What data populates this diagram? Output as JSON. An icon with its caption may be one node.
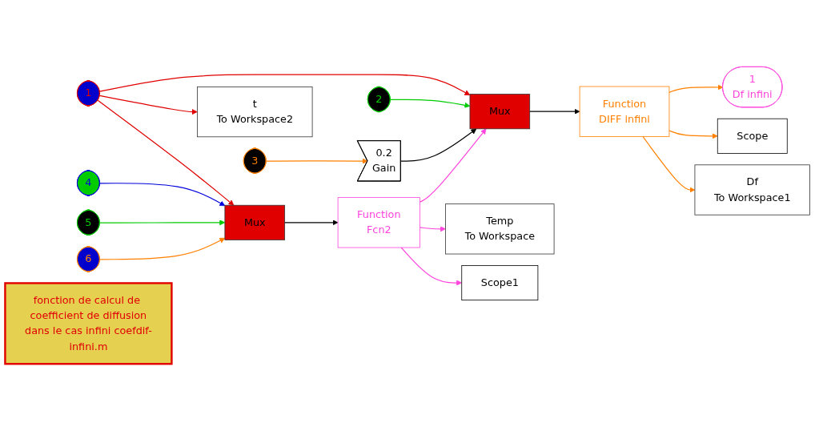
{
  "diagram": {
    "nodes": [
      {
        "text": [
          "1"
        ]
      },
      {
        "text": [
          "2"
        ]
      },
      {
        "text": [
          "3"
        ]
      },
      {
        "text": [
          "4"
        ]
      },
      {
        "text": [
          "5"
        ]
      },
      {
        "text": [
          "6"
        ]
      },
      {
        "text": [
          "t",
          "To Workspace2"
        ]
      },
      {
        "text": [
          "0.2",
          "Gain"
        ]
      },
      {
        "text": [
          "Mux"
        ]
      },
      {
        "text": [
          "Mux"
        ]
      },
      {
        "text": [
          "Function",
          "Fcn2"
        ]
      },
      {
        "text": [
          "Function",
          "DIFF infini"
        ]
      },
      {
        "text": [
          "1",
          "Df infini"
        ]
      },
      {
        "text": [
          "Scope"
        ]
      },
      {
        "text": [
          "Temp",
          "To Workspace"
        ]
      },
      {
        "text": [
          "Scope1"
        ]
      },
      {
        "text": [
          "Df",
          "To Workspace1"
        ]
      },
      {
        "text": [
          "fonction de calcul de coefficient de diffusion dans le cas infini coefdif-infini.m"
        ]
      }
    ],
    "edges": [
      {
        "from": 0,
        "to": 6,
        "arrow": "to",
        "color": "#e00000"
      },
      {
        "from": 0,
        "to": 8,
        "arrow": "to",
        "color": "#e00000"
      },
      {
        "from": 0,
        "to": 9,
        "arrow": "to",
        "color": "#e00000"
      },
      {
        "from": 1,
        "to": 8,
        "arrow": "to",
        "color": "#00cc00"
      },
      {
        "from": 2,
        "to": 7,
        "arrow": "to",
        "color": "#ff8000"
      },
      {
        "from": 7,
        "to": 8,
        "arrow": "to",
        "color": "#000000"
      },
      {
        "from": 10,
        "to": 8,
        "arrow": "to",
        "color": "#ff44dd"
      },
      {
        "from": 8,
        "to": 11,
        "arrow": "to",
        "color": "#000000"
      },
      {
        "from": 11,
        "to": 12,
        "arrow": "to",
        "color": "#ff8000"
      },
      {
        "from": 11,
        "to": 13,
        "arrow": "to",
        "color": "#ff8000"
      },
      {
        "from": 11,
        "to": 16,
        "arrow": "to",
        "color": "#ff8000"
      },
      {
        "from": 3,
        "to": 9,
        "arrow": "to",
        "color": "#0000dd"
      },
      {
        "from": 4,
        "to": 9,
        "arrow": "to",
        "color": "#00cc00"
      },
      {
        "from": 5,
        "to": 9,
        "arrow": "to",
        "color": "#ff8000"
      },
      {
        "from": 9,
        "to": 10,
        "arrow": "to",
        "color": "#000000"
      },
      {
        "from": 10,
        "to": 14,
        "arrow": "to",
        "color": "#ff44dd"
      },
      {
        "from": 10,
        "to": 15,
        "arrow": "to",
        "color": "#ff44dd"
      }
    ]
  }
}
